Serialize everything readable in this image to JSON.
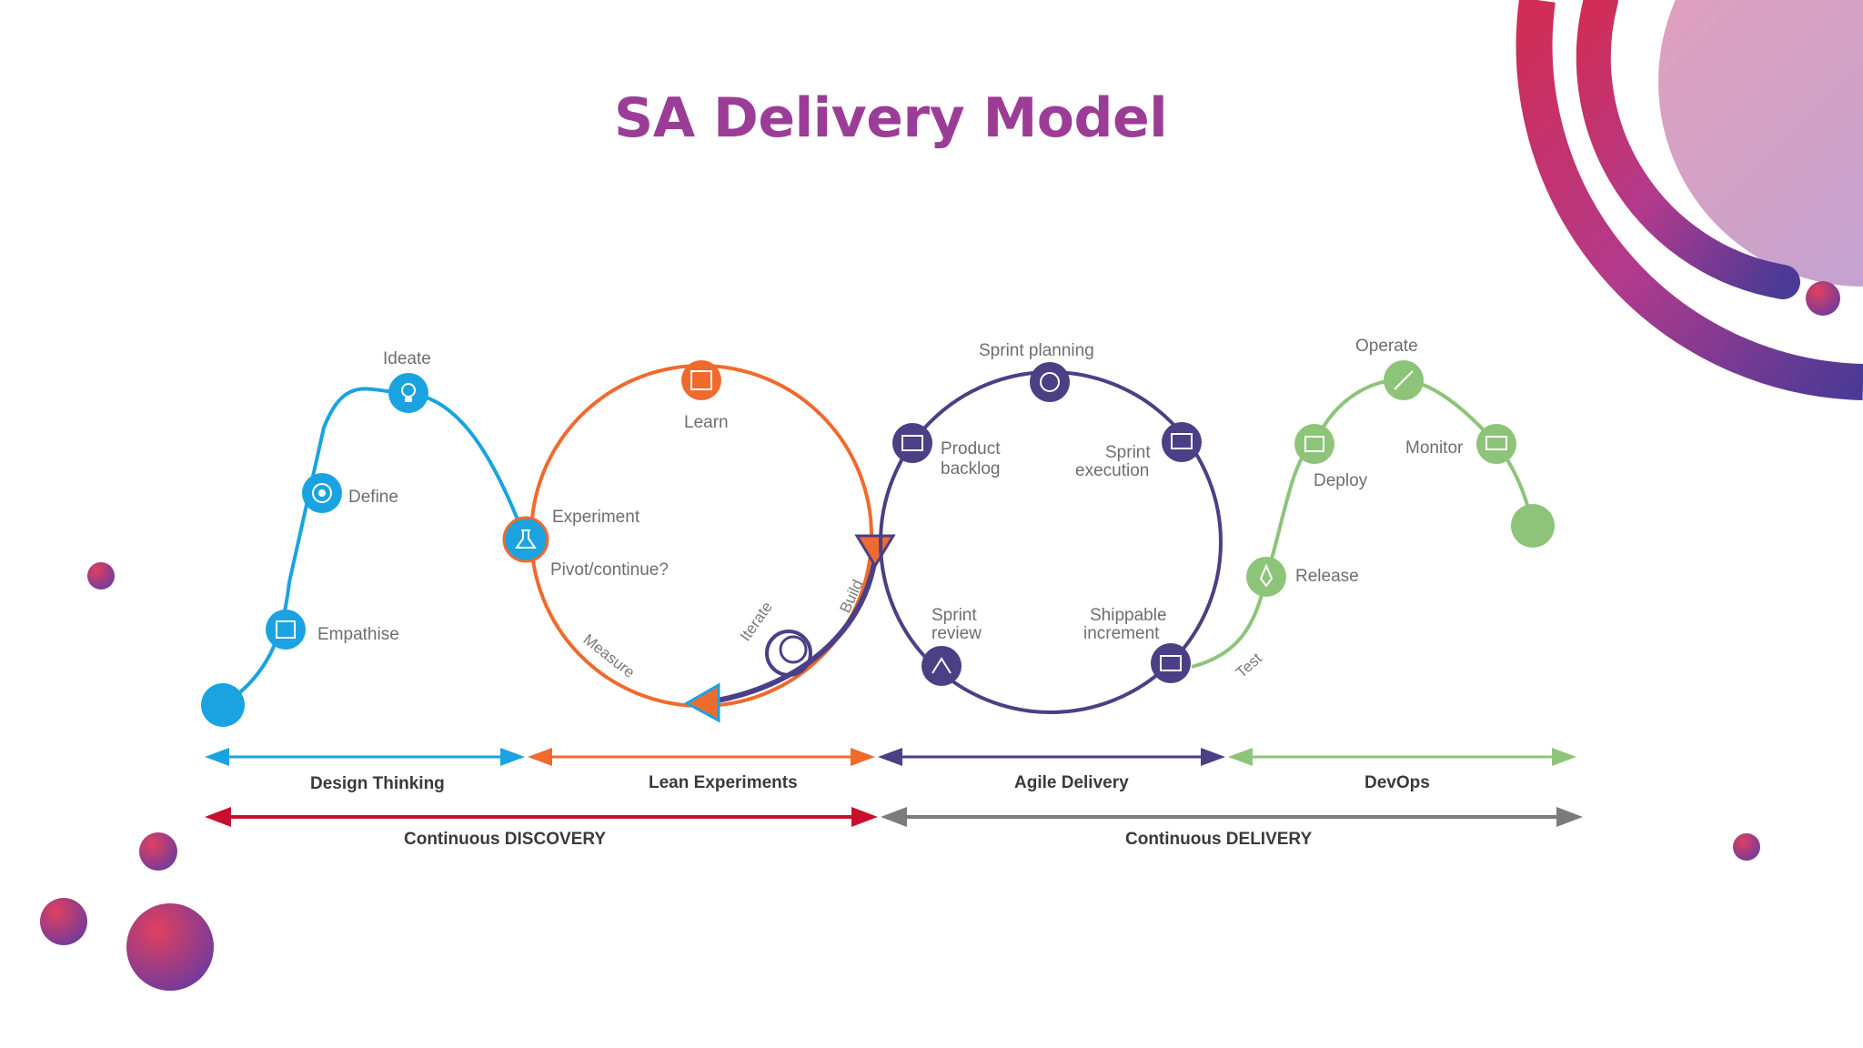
{
  "title": "SA Delivery Model",
  "colors": {
    "title": "#9b3d97",
    "design_thinking": "#1aa3e0",
    "lean": "#ef6a2d",
    "agile": "#4b3f86",
    "devops": "#8dc47a",
    "discovery": "#c8102e",
    "delivery": "#7b7b7b"
  },
  "design_thinking": {
    "empathise": "Empathise",
    "define": "Define",
    "ideate": "Ideate",
    "experiment": "Experiment"
  },
  "lean": {
    "learn": "Learn",
    "pivot": "Pivot/continue?",
    "measure": "Measure",
    "iterate": "Iterate",
    "build": "Build"
  },
  "agile": {
    "sprint_planning": "Sprint planning",
    "product_backlog_1": "Product",
    "product_backlog_2": "backlog",
    "sprint_execution_1": "Sprint",
    "sprint_execution_2": "execution",
    "sprint_review_1": "Sprint",
    "sprint_review_2": "review",
    "shippable_1": "Shippable",
    "shippable_2": "increment"
  },
  "devops": {
    "test": "Test",
    "release": "Release",
    "deploy": "Deploy",
    "operate": "Operate",
    "monitor": "Monitor"
  },
  "phases": {
    "design_thinking": "Design Thinking",
    "lean_experiments": "Lean Experiments",
    "agile_delivery": "Agile Delivery",
    "devops": "DevOps"
  },
  "continuous": {
    "discovery": "Continuous DISCOVERY",
    "delivery": "Continuous DELIVERY"
  },
  "icons": [
    "empathise-icon",
    "define-icon",
    "ideate-icon",
    "experiment-icon",
    "learn-icon",
    "product-backlog-icon",
    "sprint-planning-icon",
    "sprint-execution-icon",
    "sprint-review-icon",
    "shippable-increment-icon",
    "release-icon",
    "deploy-icon",
    "operate-icon",
    "monitor-icon"
  ]
}
